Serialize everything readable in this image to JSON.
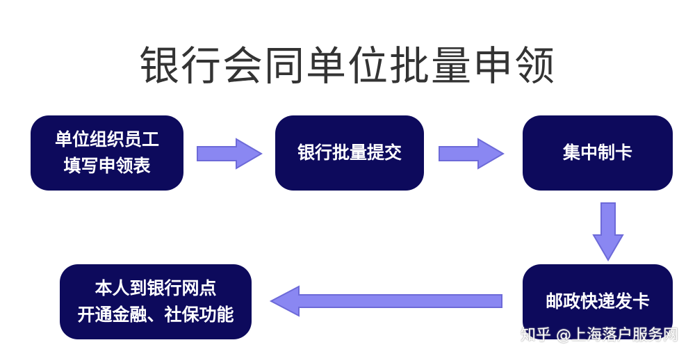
{
  "title": "银行会同单位批量申领",
  "steps": [
    {
      "line1": "单位组织员工",
      "line2": "填写申领表"
    },
    {
      "line1": "银行批量提交"
    },
    {
      "line1": "集中制卡"
    },
    {
      "line1": "邮政快递发卡"
    },
    {
      "line1": "本人到银行网点",
      "line2": "开通金融、社保功能"
    }
  ],
  "colors": {
    "node_fill": "#0d0a5c",
    "arrow_fill": "#8a87f2",
    "arrow_stroke": "#6d6ad8",
    "title": "#333333"
  },
  "watermark": "知乎 @上海落户服务网"
}
